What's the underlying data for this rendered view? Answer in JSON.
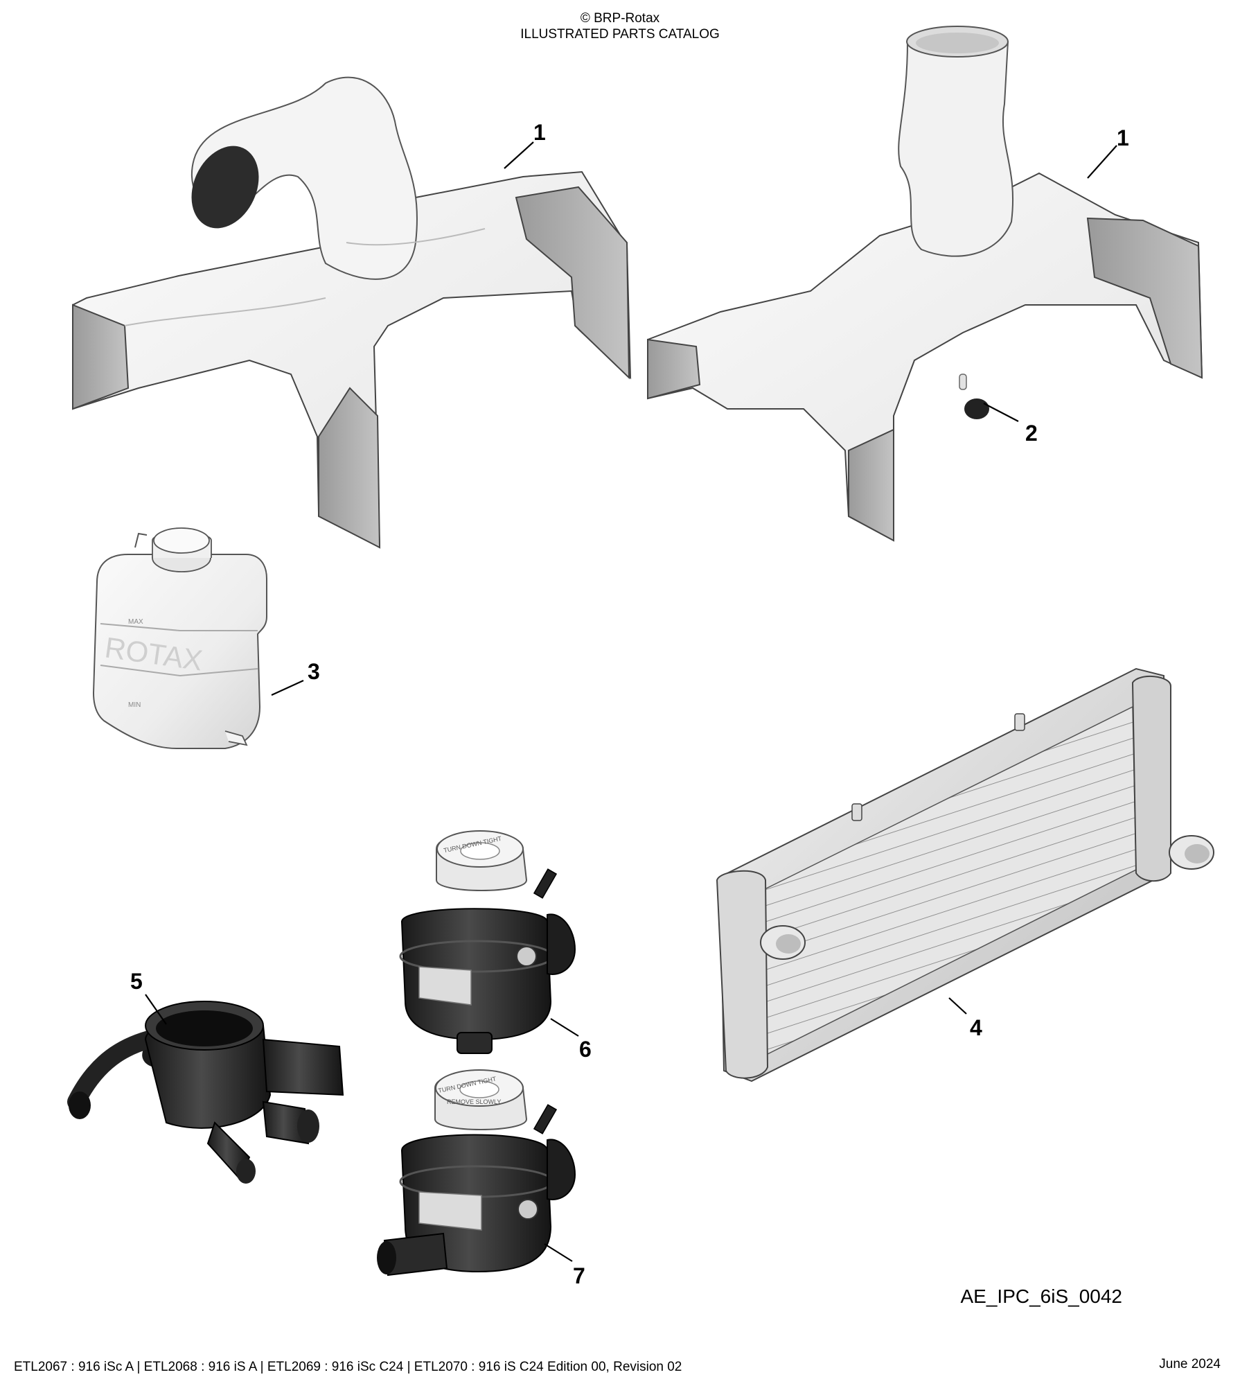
{
  "header": {
    "copyright": "© BRP-Rotax",
    "title": "ILLUSTRATED PARTS CATALOG"
  },
  "callouts": {
    "c1a": "1",
    "c1b": "1",
    "c2": "2",
    "c3": "3",
    "c4": "4",
    "c5": "5",
    "c6": "6",
    "c7": "7"
  },
  "tank_text": {
    "brand": "ROTAX",
    "max": "MAX",
    "min": "MIN"
  },
  "cap_text": {
    "c6": "TURN DOWN TIGHT",
    "c7a": "TURN DOWN TIGHT",
    "c7b": "REMOVE SLOWLY"
  },
  "figure_ref": "AE_IPC_6iS_0042",
  "footer": {
    "left": "ETL2067 : 916 iSc A | ETL2068 : 916 iS A | ETL2069 : 916 iSc C24 | ETL2070 : 916 iS C24 Edition 00, Revision 02",
    "right": "June 2024"
  }
}
